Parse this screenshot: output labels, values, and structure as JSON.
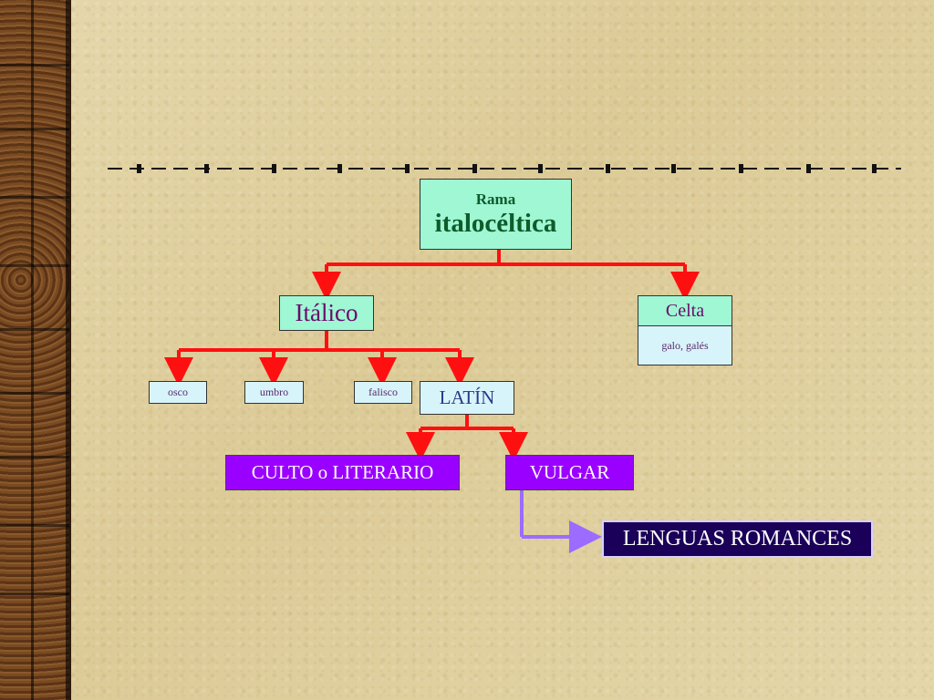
{
  "diagram": {
    "root": {
      "label_small": "Rama",
      "label_big": "italocéltica"
    },
    "branches": {
      "italico": {
        "label": "Itálico"
      },
      "celta": {
        "label": "Celta",
        "sublabel": "galo, galés"
      }
    },
    "italico_children": [
      "osco",
      "umbro",
      "falisco",
      "LATÍN"
    ],
    "latin_children": [
      "CULTO o LITERARIO",
      "VULGAR"
    ],
    "result": "LENGUAS ROMANCES"
  },
  "colors": {
    "connector_red": "#ff1010",
    "connector_purple": "#9b6cff",
    "box_mint": "#9ff7d4",
    "box_paleblue": "#d8f4fb",
    "box_purple": "#9a00ff",
    "box_navy": "#1a0058"
  }
}
